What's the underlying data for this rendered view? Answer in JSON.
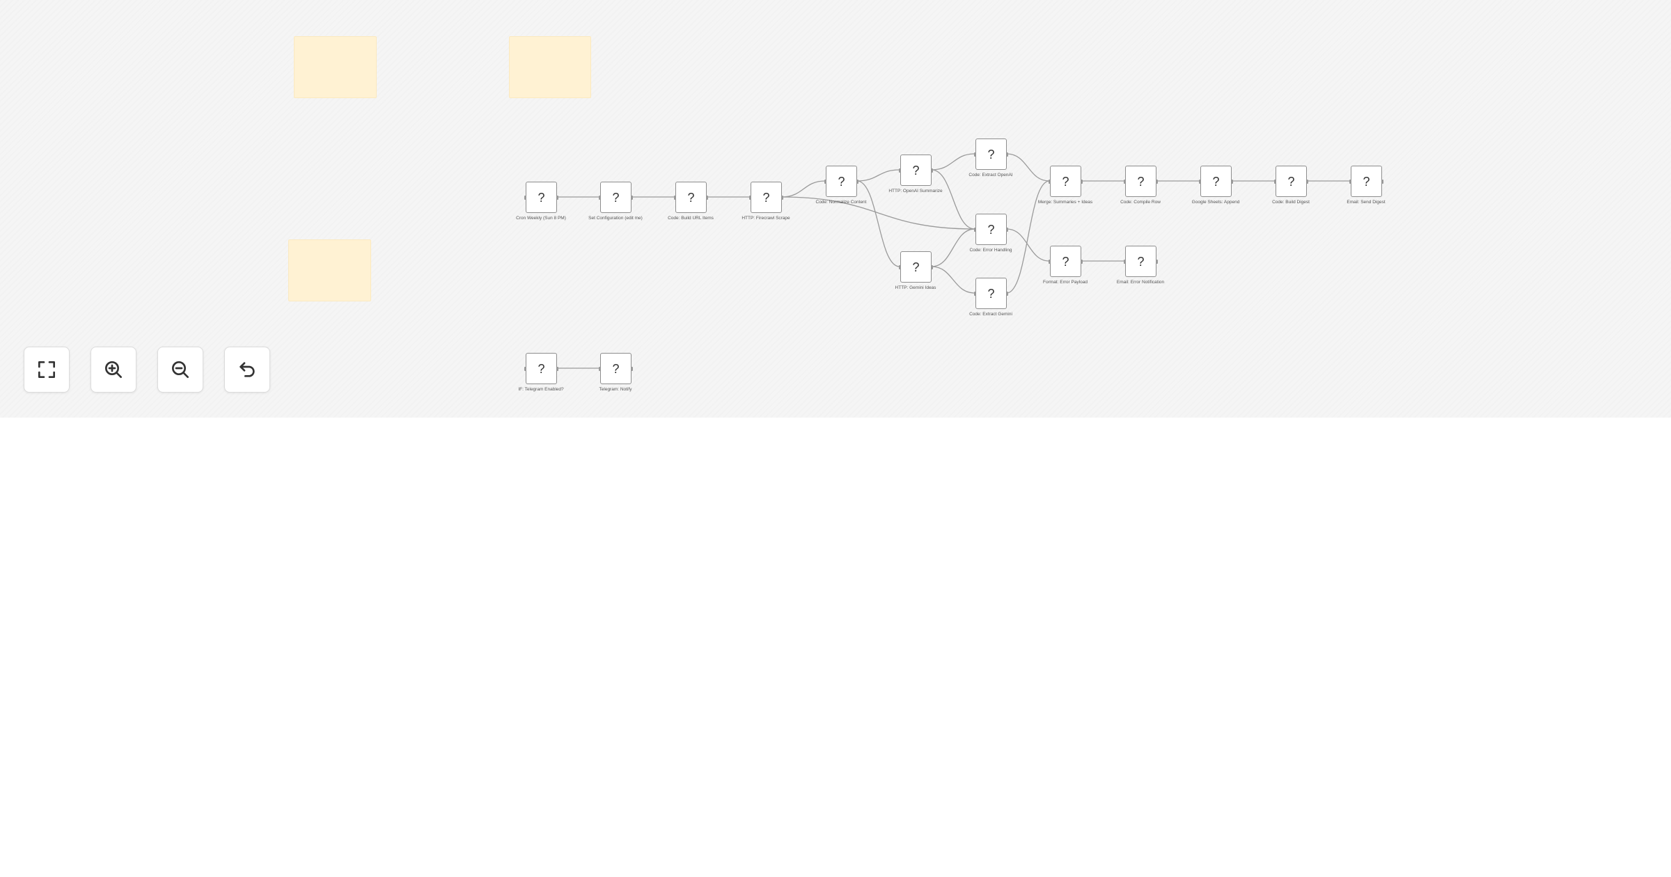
{
  "canvas": {
    "background": "#f5f5f5",
    "sticky_color": "#fff2d3",
    "connection_color": "#9a9a9a"
  },
  "node_placeholder": "?",
  "nodes": [
    {
      "id": "cron",
      "label": "Cron Weekly (Sun 8 PM)"
    },
    {
      "id": "set-config",
      "label": "Set Configuration (edit me)"
    },
    {
      "id": "code-build-urls",
      "label": "Code: Build URL Items"
    },
    {
      "id": "http-firecrawl",
      "label": "HTTP: Firecrawl Scrape"
    },
    {
      "id": "code-normalize",
      "label": "Code: Normalize Content"
    },
    {
      "id": "http-openai",
      "label": "HTTP: OpenAI Summarize"
    },
    {
      "id": "code-extract-openai",
      "label": "Code: Extract OpenAI"
    },
    {
      "id": "http-gemini",
      "label": "HTTP: Gemini Ideas"
    },
    {
      "id": "code-error-handling",
      "label": "Code: Error Handling"
    },
    {
      "id": "code-extract-gemini",
      "label": "Code: Extract Gemini"
    },
    {
      "id": "merge",
      "label": "Merge: Summaries + Ideas"
    },
    {
      "id": "code-compile",
      "label": "Code: Compile Row"
    },
    {
      "id": "sheets-append",
      "label": "Google Sheets: Append"
    },
    {
      "id": "code-build-digest",
      "label": "Code: Build Digest"
    },
    {
      "id": "email-digest",
      "label": "Email: Send Digest"
    },
    {
      "id": "format-error",
      "label": "Format: Error Payload"
    },
    {
      "id": "email-error",
      "label": "Email: Error Notification"
    },
    {
      "id": "if-telegram",
      "label": "IF: Telegram Enabled?"
    },
    {
      "id": "telegram-notify",
      "label": "Telegram: Notify"
    }
  ],
  "controls": [
    {
      "id": "fit",
      "icon": "fit-view-icon"
    },
    {
      "id": "zoom-in",
      "icon": "zoom-in-icon"
    },
    {
      "id": "zoom-out",
      "icon": "zoom-out-icon"
    },
    {
      "id": "undo",
      "icon": "undo-icon"
    }
  ]
}
